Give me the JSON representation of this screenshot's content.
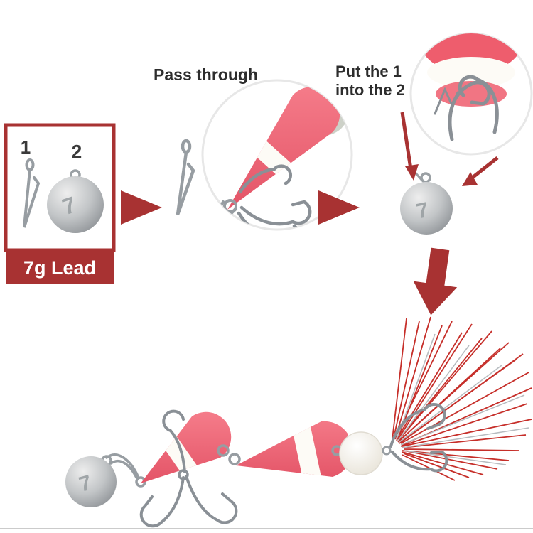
{
  "labels": {
    "step_pass_through": "Pass through",
    "step_put_into": "Put the 1 into the 2",
    "weight_banner": "7g Lead",
    "item1_number": "1",
    "item2_number": "2",
    "weight_digit": "7"
  },
  "colors": {
    "accent_red": "#a83232",
    "foam_red": "#ee5d6d",
    "tinsel_red": "#c3241f",
    "lead_gray": "#b9bcbe",
    "text_dark": "#2d2d2d",
    "background": "#ffffff"
  }
}
